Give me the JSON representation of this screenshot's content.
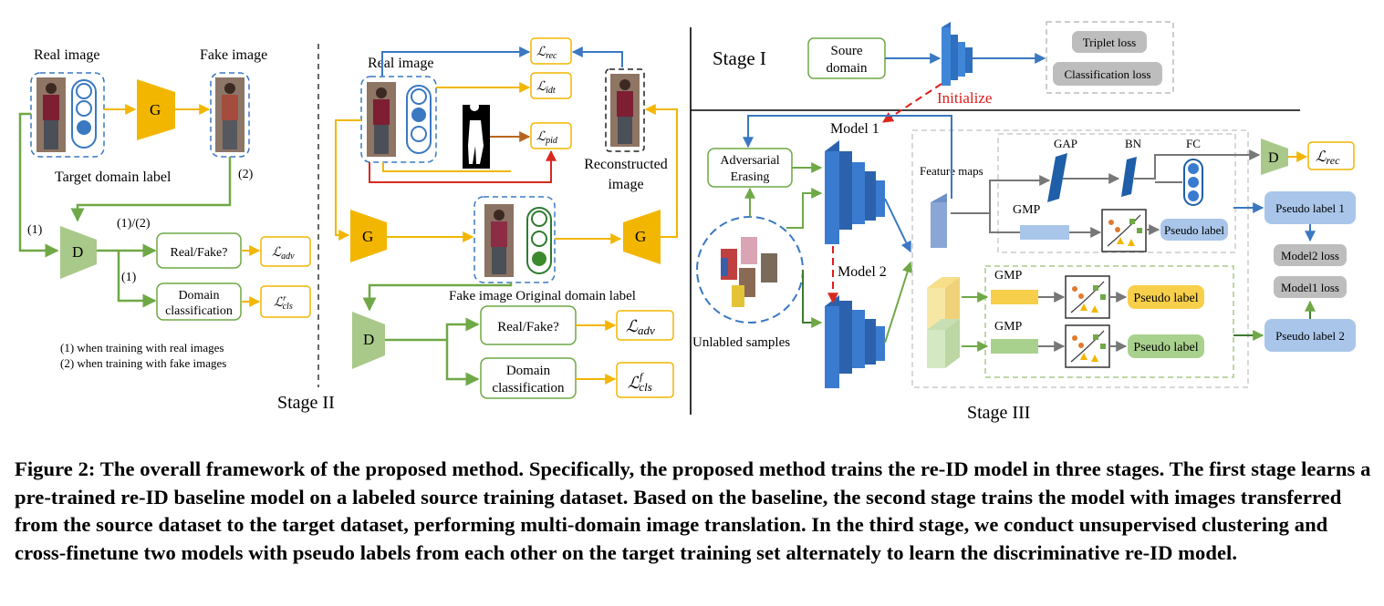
{
  "stage2_left": {
    "real_image": "Real image",
    "fake_image": "Fake image",
    "generator": "G",
    "target_domain_label": "Target domain label",
    "label_1": "(1)",
    "label_2": "(2)",
    "label_1_2": "(1)/(2)",
    "label_1b": "(1)",
    "discriminator": "D",
    "real_fake": "Real/Fake?",
    "domain_classification_1": "Domain",
    "domain_classification_2": "classification",
    "note_1": "(1) when training with real images",
    "note_2": "(2) when training with fake images"
  },
  "stage2_right": {
    "real_image": "Real image",
    "reconstructed_1": "Reconstructed",
    "reconstructed_2": "image",
    "generator_left": "G",
    "generator_right": "G",
    "fake_image_label": "Fake image  Original domain label",
    "discriminator": "D",
    "real_fake": "Real/Fake?",
    "domain_classification_1": "Domain",
    "domain_classification_2": "classification",
    "stage_label": "Stage II"
  },
  "stage1": {
    "stage_label": "Stage I",
    "source_domain_1": "Soure",
    "source_domain_2": "domain",
    "triplet_loss": "Triplet loss",
    "classification_loss": "Classification loss",
    "initialize": "Initialize"
  },
  "stage3": {
    "model1": "Model 1",
    "model2": "Model 2",
    "adversarial_1": "Adversarial",
    "adversarial_2": "Erasing",
    "unlabeled": "Unlabled samples",
    "feature_maps": "Feature maps",
    "gap": "GAP",
    "bn": "BN",
    "fc": "FC",
    "gmp": "GMP",
    "gmp2": "GMP",
    "gmp3": "GMP",
    "pseudo_label": "Pseudo label",
    "pseudo_label_y": "Pseudo label",
    "pseudo_label_g": "Pseudo label",
    "pseudo_label_1": "Pseudo label 1",
    "pseudo_label_2": "Pseudo label 2",
    "model2_loss": "Model2 loss",
    "model1_loss": "Model1 loss",
    "discriminator": "D",
    "stage_label": "Stage III"
  },
  "caption": "Figure 2: The overall framework of the proposed method. Specifically, the proposed method trains the re-ID model in three stages. The first stage learns a pre-trained re-ID baseline model on a labeled source training dataset. Based on the baseline, the second stage trains the model with images transferred from the source dataset to the target dataset, performing multi-domain image translation. In the third stage, we conduct unsupervised clustering and cross-finetune two models with pseudo labels from each other on the target training set alternately to learn the discriminative re-ID model.",
  "colors": {
    "yellow": "#f2b600",
    "green": "#6fa846",
    "blue": "#3a78c2",
    "red": "#d9281e",
    "gray": "#888888"
  }
}
